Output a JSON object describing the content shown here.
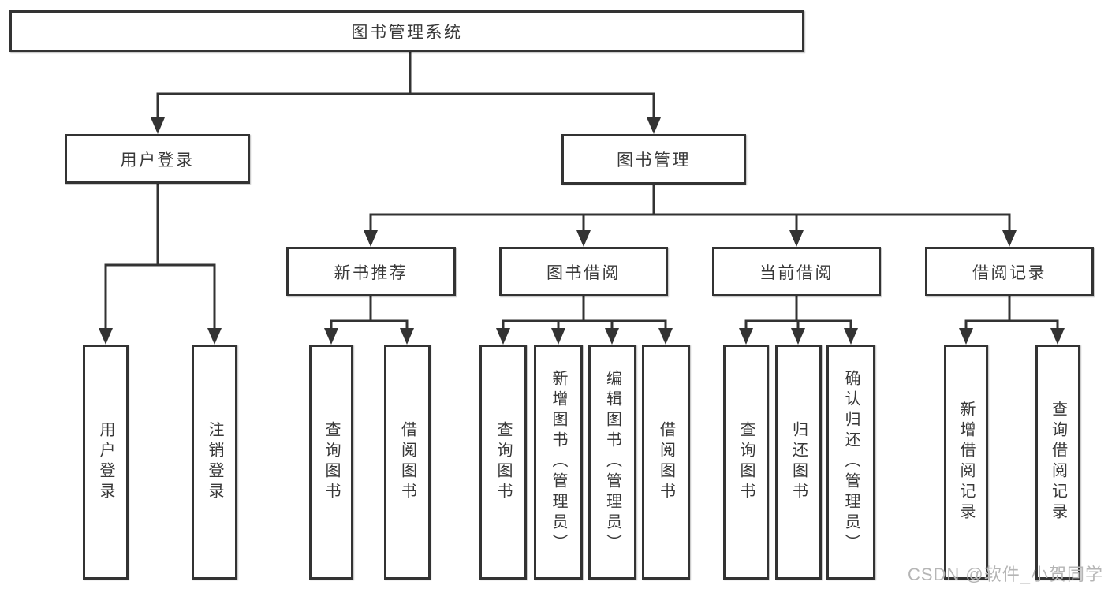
{
  "root": {
    "label": "图书管理系统"
  },
  "level2": {
    "user_login": "用户登录",
    "book_management": "图书管理"
  },
  "level3": {
    "new_book_recommend": "新书推荐",
    "book_borrow": "图书借阅",
    "current_borrow": "当前借阅",
    "borrow_records": "借阅记录"
  },
  "leaves": {
    "login": [
      "用户登录",
      "注销登录"
    ],
    "recommend": [
      "查询图书",
      "借阅图书"
    ],
    "borrow": [
      "查询图书",
      "新增图书（管理员）",
      "编辑图书（管理员）",
      "借阅图书"
    ],
    "current": [
      "查询图书",
      "归还图书",
      "确认归还（管理员）"
    ],
    "records": [
      "新增借阅记录",
      "查询借阅记录"
    ]
  },
  "watermark": {
    "text": "CSDN @软件_小贺同学"
  },
  "colors": {
    "line": "#333333",
    "text": "#383838",
    "background": "#ffffff",
    "watermark": "#b5b5b5"
  }
}
